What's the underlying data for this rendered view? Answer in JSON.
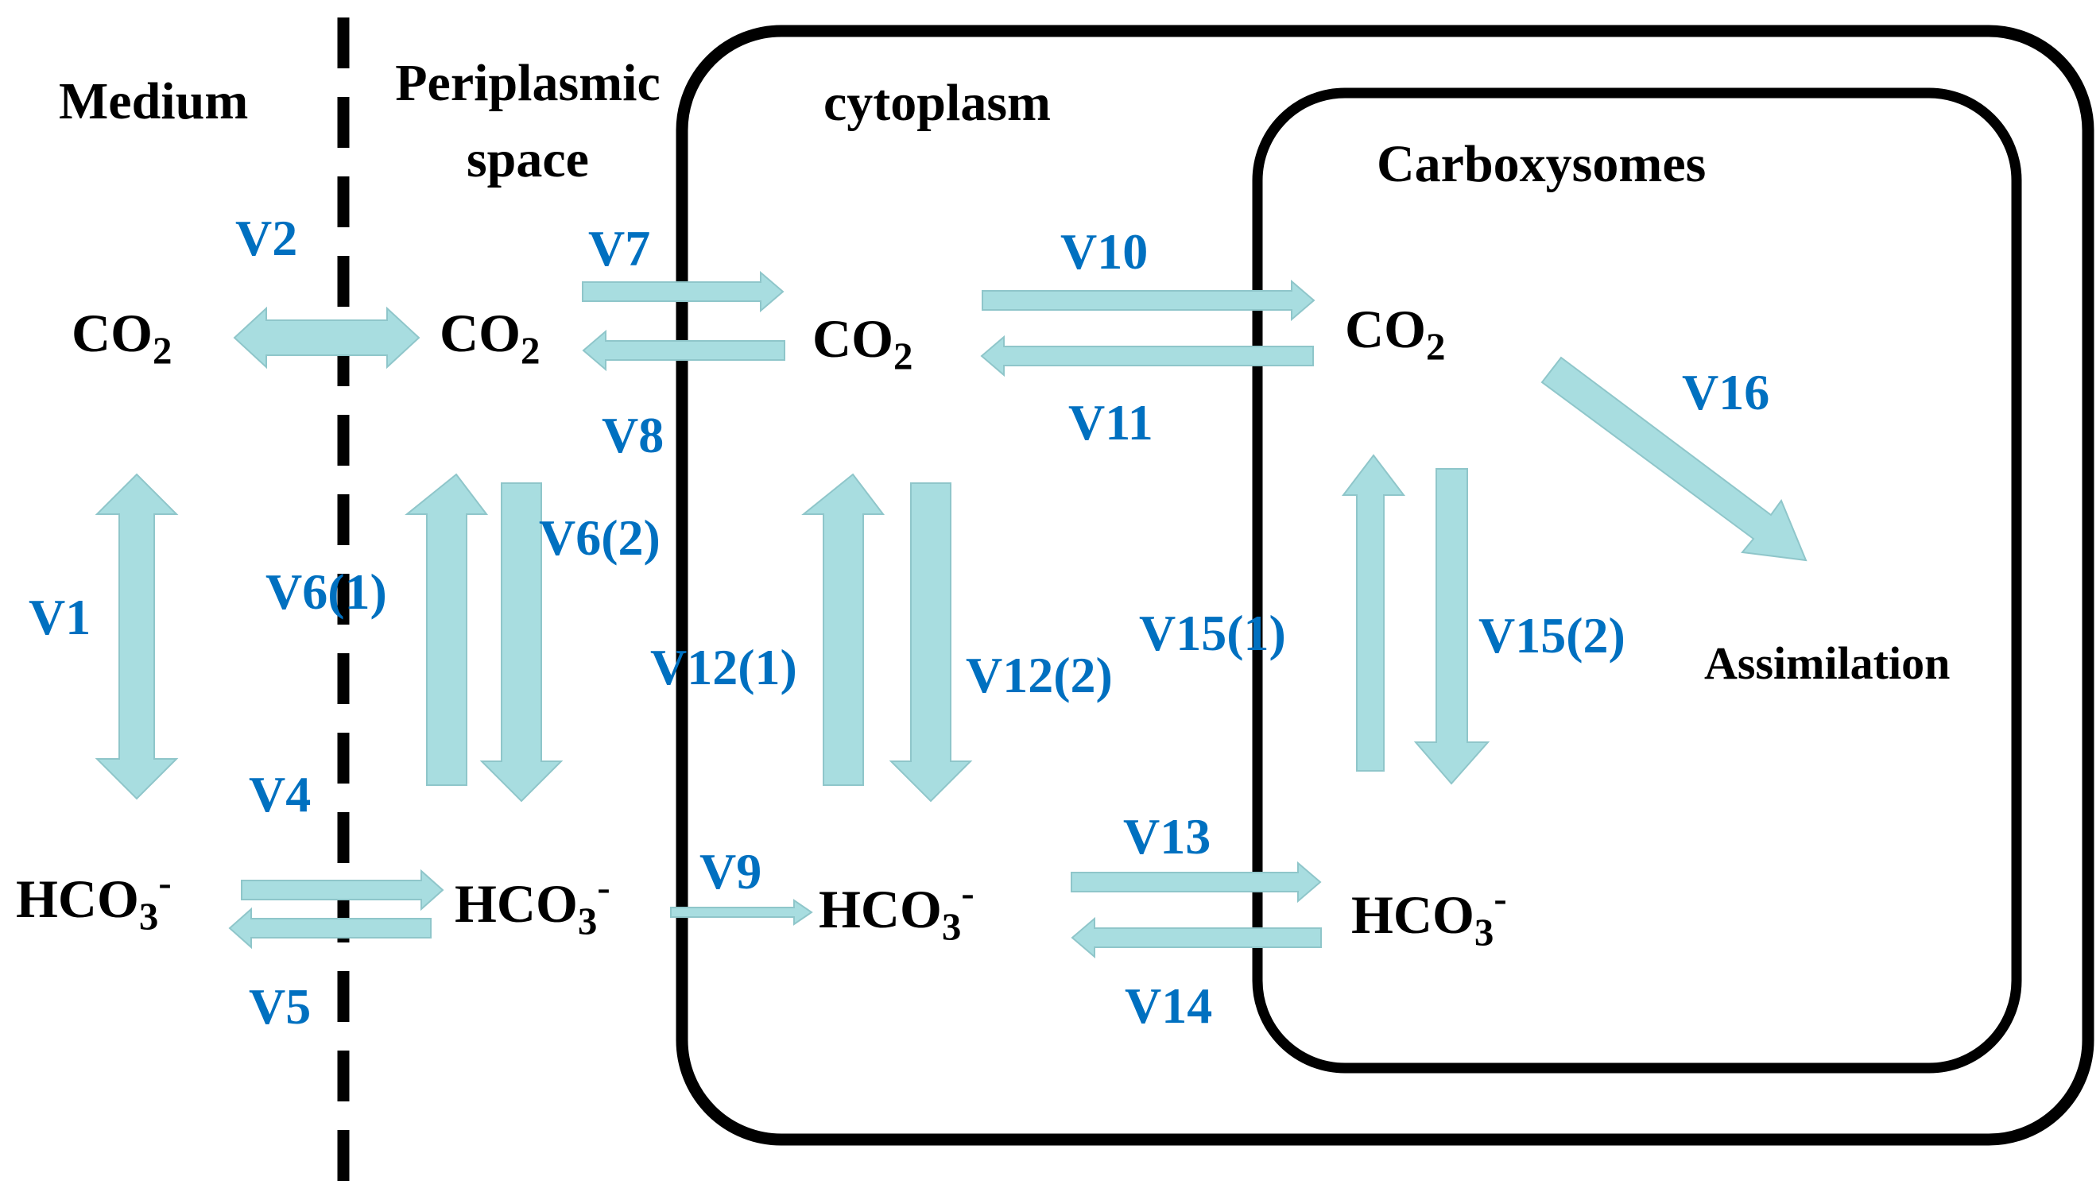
{
  "regions": {
    "medium": "Medium",
    "periplasmic_line1": "Periplasmic",
    "periplasmic_line2": "space",
    "cytoplasm": "cytoplasm",
    "carboxysomes": "Carboxysomes"
  },
  "species": {
    "co2_base": "CO",
    "co2_sub": "2",
    "hco3_base": "HCO",
    "hco3_sub": "3",
    "hco3_sup": "-",
    "assimilation": "Assimilation"
  },
  "fluxes": {
    "v1": "V1",
    "v2": "V2",
    "v4": "V4",
    "v5": "V5",
    "v6_1": "V6(1)",
    "v6_2": "V6(2)",
    "v7": "V7",
    "v8": "V8",
    "v9": "V9",
    "v10": "V10",
    "v11": "V11",
    "v12_1": "V12(1)",
    "v12_2": "V12(2)",
    "v13": "V13",
    "v14": "V14",
    "v15_1": "V15(1)",
    "v15_2": "V15(2)",
    "v16": "V16"
  },
  "colors": {
    "arrow_fill": "#A8DDE0",
    "arrow_stroke": "#8FC6CA",
    "label_blue": "#0070C0",
    "text_black": "#000000"
  }
}
